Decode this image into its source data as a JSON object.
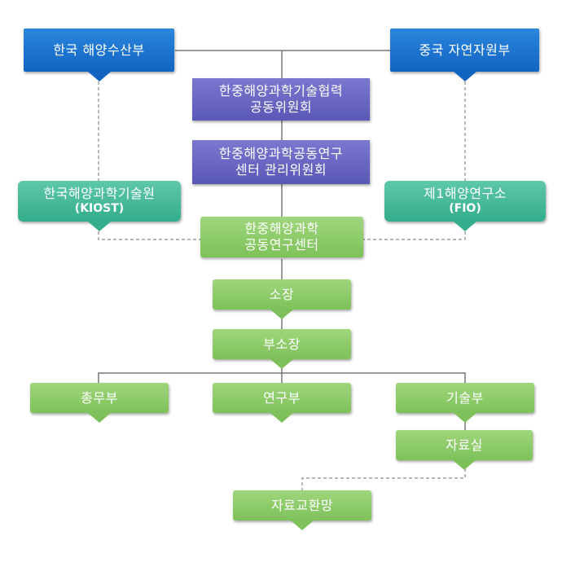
{
  "ministry_korea": "한국 해양수산부",
  "ministry_china": "중국 자연자원부",
  "committee_cooperation": [
    "한중해양과학기술협력",
    "공동위원회"
  ],
  "committee_management": [
    "한중해양과학공동연구",
    "센터 관리위원회"
  ],
  "kiost": {
    "name": "한국해양과학기술원",
    "abbr": "(KIOST)"
  },
  "fio": {
    "name": "제1해양연구소",
    "abbr": "(FIO)"
  },
  "joint_center": [
    "한중해양과학",
    "공동연구센터"
  ],
  "director": "소장",
  "deputy_director": "부소장",
  "general_affairs": "총무부",
  "research_dept": "연구부",
  "technology_dept": "기술부",
  "data_room": "자료실",
  "data_exchange_network": "자료교환망"
}
